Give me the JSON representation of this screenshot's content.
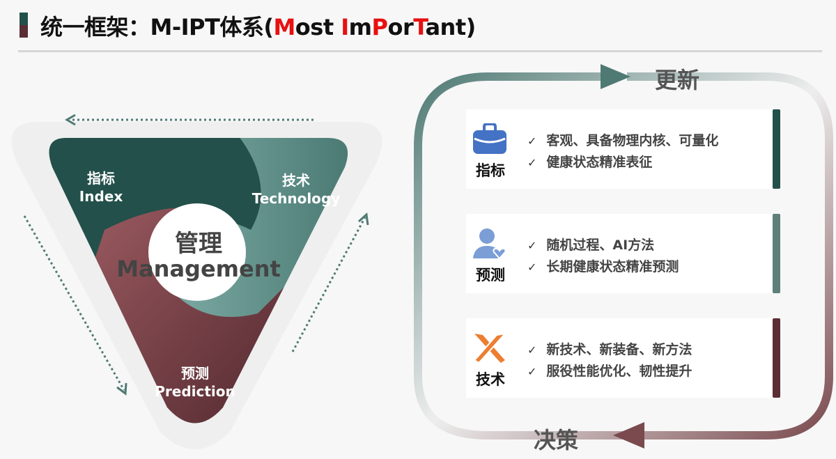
{
  "header": {
    "title_prefix": "统一框架：M-IPT体系(",
    "t1": "M",
    "t2": "ost ",
    "t3": "I",
    "t4": "m",
    "t5": "P",
    "t6": "or",
    "t7": "T",
    "t8": "ant)"
  },
  "diagram": {
    "index_cn": "指标",
    "index_en": "Index",
    "tech_cn": "技术",
    "tech_en": "Technology",
    "pred_cn": "预测",
    "pred_en": "Prediction",
    "center_cn": "管理",
    "center_en": "Management"
  },
  "loop": {
    "top_label": "更新",
    "bottom_label": "决策"
  },
  "cards": [
    {
      "name": "指标",
      "icon": "briefcase-icon",
      "bar_color": "#23504a",
      "items": [
        "客观、具备物理内核、可量化",
        "健康状态精准表征"
      ]
    },
    {
      "name": "预测",
      "icon": "user-heart-icon",
      "bar_color": "#5f7f7a",
      "items": [
        "随机过程、AI方法",
        "长期健康状态精准预测"
      ]
    },
    {
      "name": "技术",
      "icon": "crossed-swords-icon",
      "bar_color": "#5a2e34",
      "items": [
        "新技术、新装备、新方法",
        "服役性能优化、韧性提升"
      ]
    }
  ],
  "check": "✓"
}
